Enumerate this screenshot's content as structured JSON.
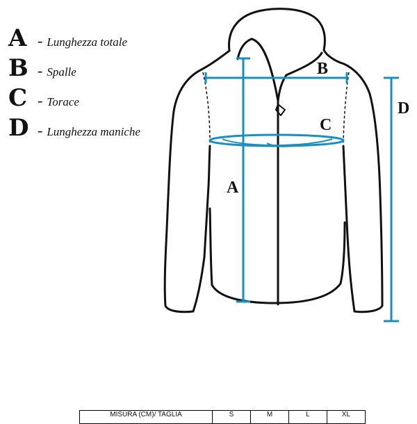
{
  "legend": [
    {
      "letter": "A",
      "dash": "-",
      "text": "Lunghezza totale"
    },
    {
      "letter": "B",
      "dash": "-",
      "text": "Spalle"
    },
    {
      "letter": "C",
      "dash": "-",
      "text": "Torace"
    },
    {
      "letter": "D",
      "dash": "-",
      "text": "Lunghezza maniche"
    }
  ],
  "markers": {
    "a": "A",
    "b": "B",
    "c": "C",
    "d": "D"
  },
  "colors": {
    "measure": "#1a8fbf",
    "outline": "#111111"
  },
  "table": {
    "header": "MISURA (CM)/ TAGLIA",
    "sizes": [
      "S",
      "M",
      "L",
      "XL"
    ]
  }
}
